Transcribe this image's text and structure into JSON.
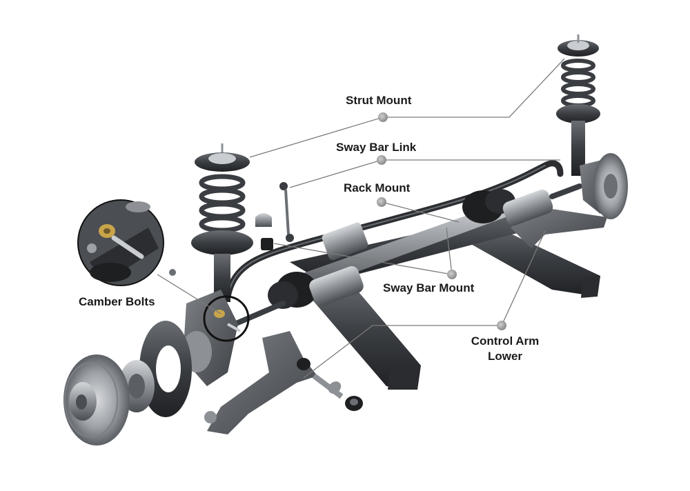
{
  "labels": {
    "strut_mount": "Strut Mount",
    "sway_bar_link": "Sway Bar Link",
    "rack_mount": "Rack Mount",
    "sway_bar_mount": "Sway Bar Mount",
    "camber_bolts": "Camber Bolts",
    "control_arm_line1": "Control Arm",
    "control_arm_line2": "Lower"
  },
  "colors": {
    "background": "#ffffff",
    "leader_line": "#7a7a7a",
    "leader_dot": "#9a9a9a",
    "metal_dark": "#3b3e42",
    "metal_mid": "#6b6f74",
    "metal_light": "#b9bcc0",
    "rubber": "#1e1f21",
    "brass": "#c9a54a"
  }
}
